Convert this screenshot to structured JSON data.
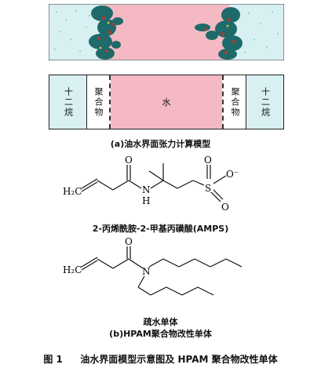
{
  "figure": {
    "caption_number": "图 1",
    "caption_text": "油水界面模型示意图及 HPAM 聚合物改性单体"
  },
  "panel_a": {
    "caption": "(a)油水界面张力计算模型",
    "schematic": {
      "oil_left": "十二烷",
      "polymer_left": "聚合物",
      "water": "水",
      "polymer_right": "聚合物",
      "oil_right": "十二烷"
    },
    "colors": {
      "water": "#f2b8c2",
      "oil": "#cfeef0",
      "polymer": "#1f6a6a"
    }
  },
  "amps": {
    "name": "2-丙烯酰胺-2-甲基丙磺酸(AMPS)",
    "atoms": {
      "ch2": "H₂C",
      "o": "O",
      "nh": "N",
      "h": "H",
      "s": "S",
      "o_minus": "O⁻",
      "o2": "O"
    }
  },
  "panel_b": {
    "monomer_label": "疏水单体",
    "caption": "(b)HPAM聚合物改性单体",
    "atoms": {
      "ch2": "H₂C",
      "o": "O",
      "n": "N"
    }
  }
}
